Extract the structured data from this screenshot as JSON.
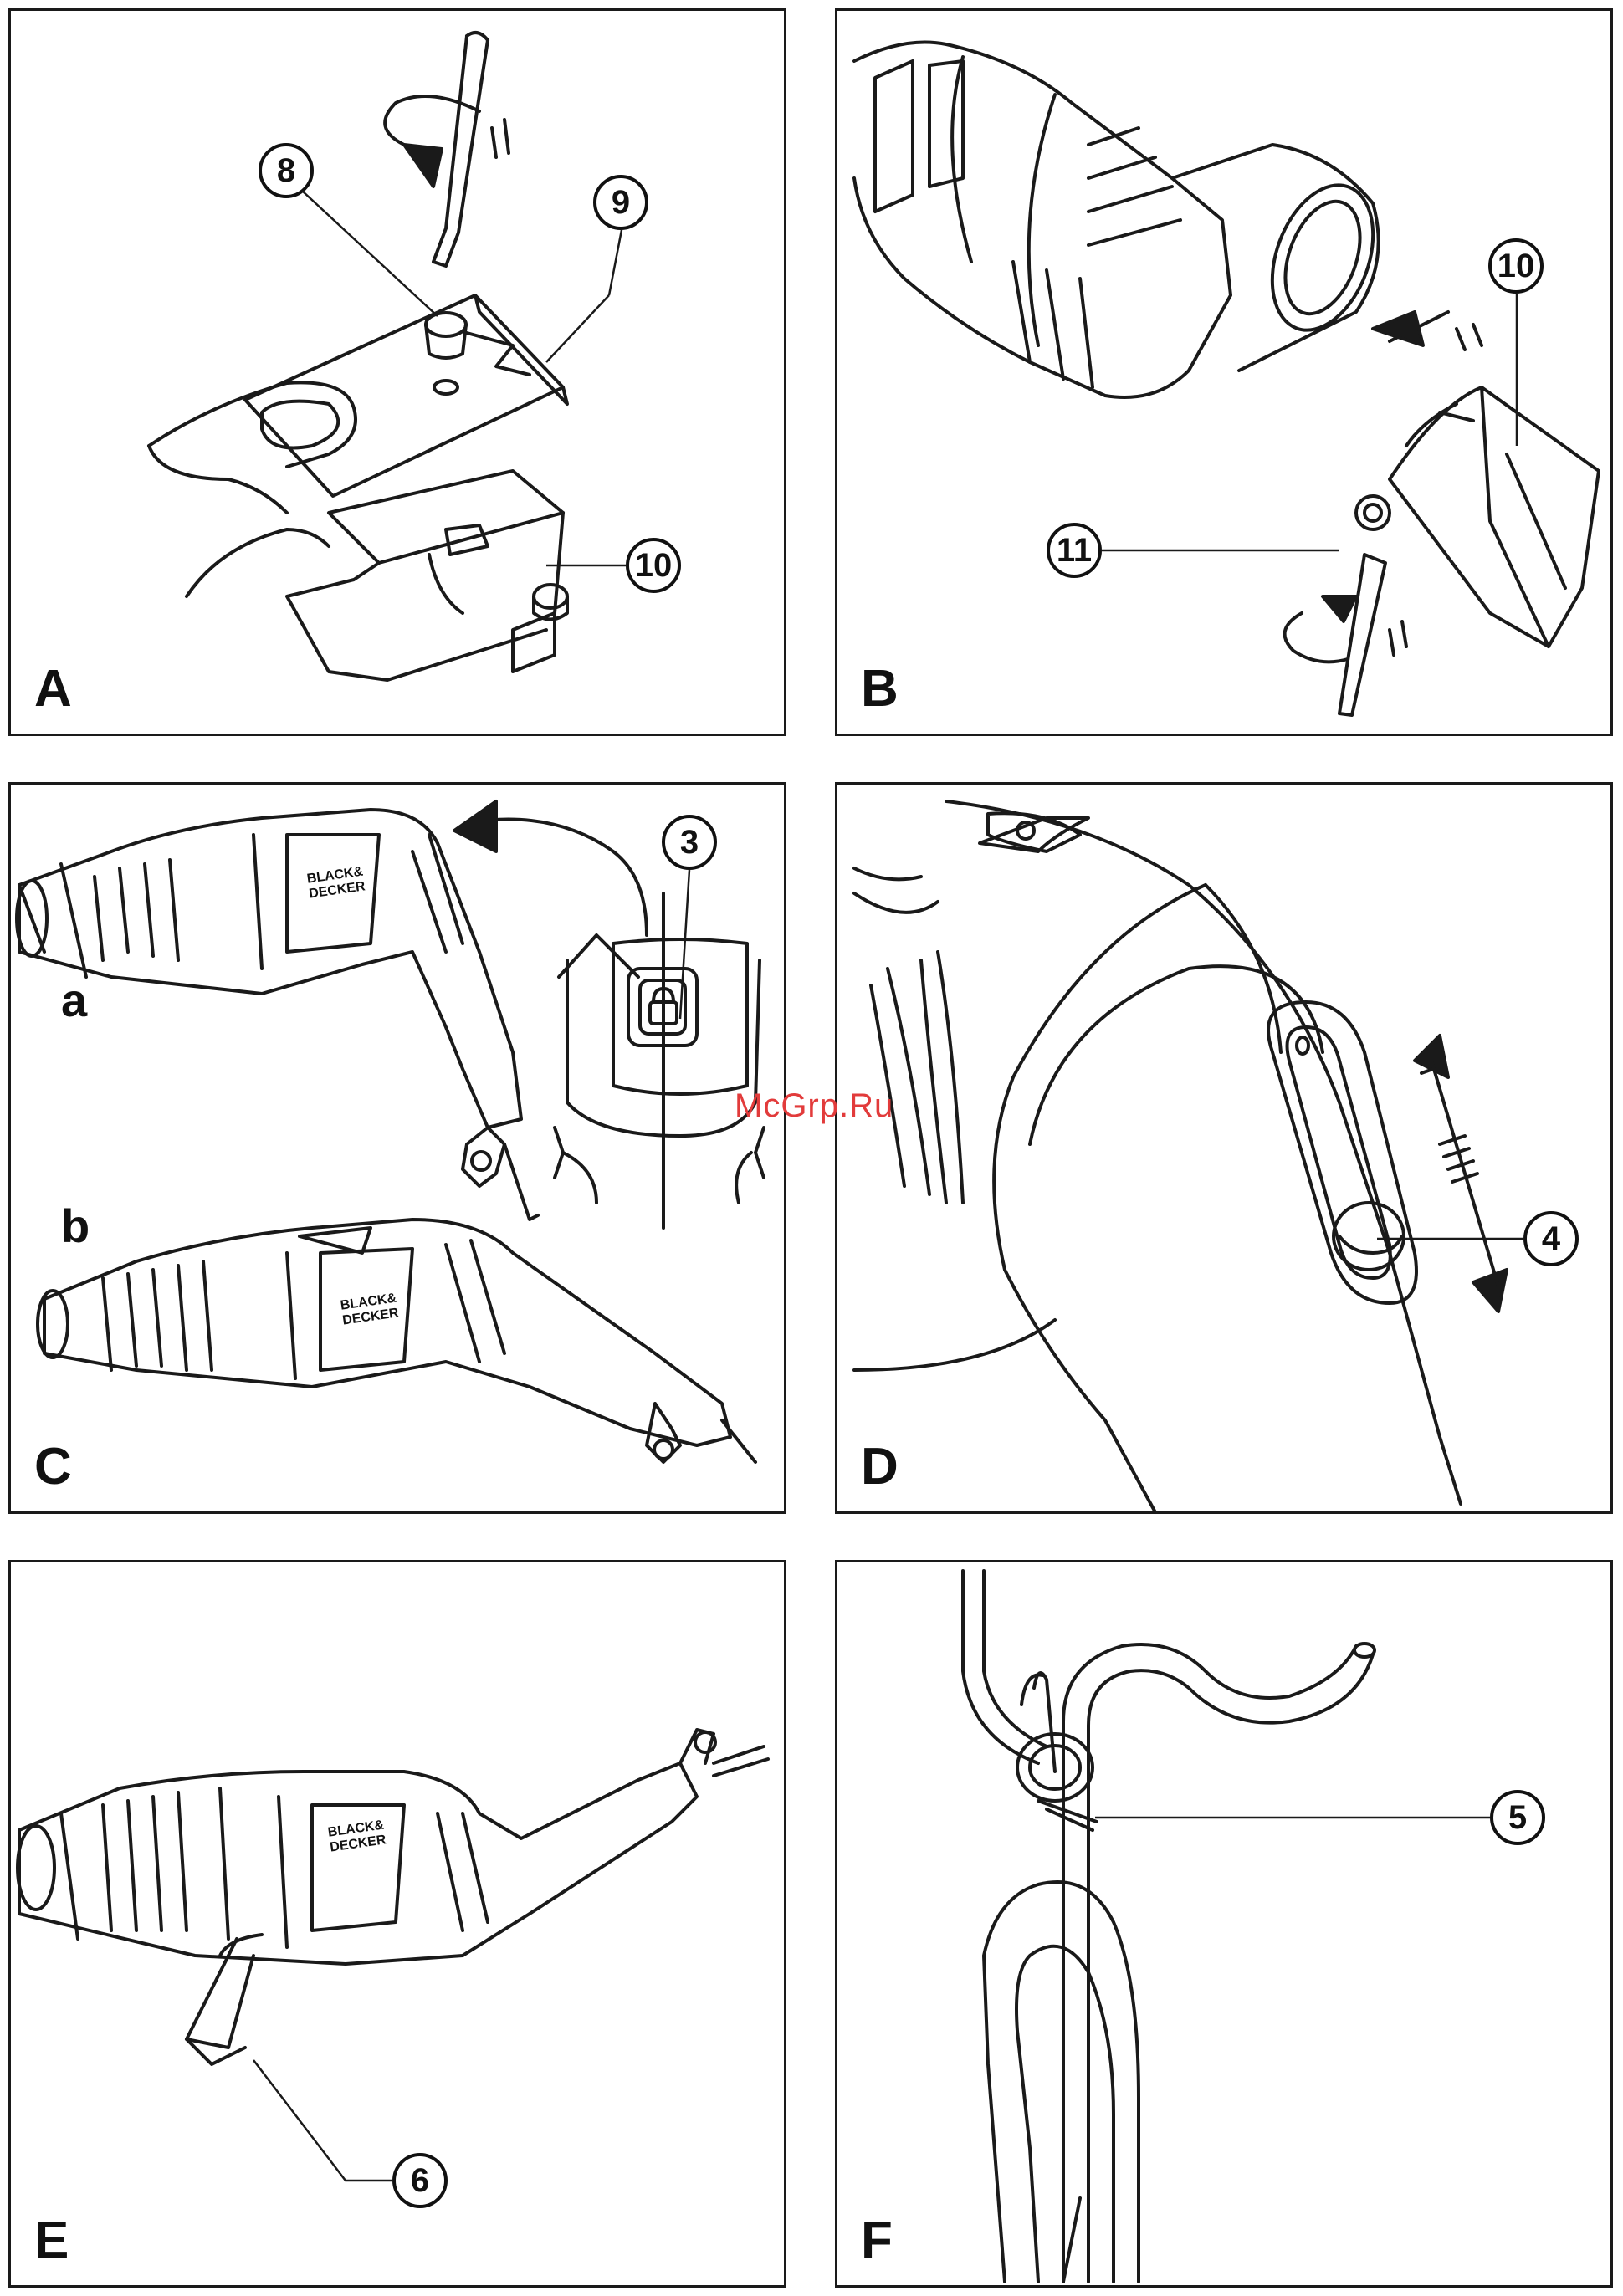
{
  "panels": {
    "a": {
      "letter": "A",
      "callouts": [
        "8",
        "9",
        "10"
      ]
    },
    "b": {
      "letter": "B",
      "callouts": [
        "10",
        "11"
      ]
    },
    "c": {
      "letter": "C",
      "callouts": [
        "3"
      ],
      "sub": [
        "a",
        "b"
      ],
      "brand": [
        "BLACK&",
        "DECKER"
      ]
    },
    "d": {
      "letter": "D",
      "callouts": [
        "4"
      ]
    },
    "e": {
      "letter": "E",
      "callouts": [
        "6"
      ],
      "brand": [
        "BLACK&",
        "DECKER"
      ]
    },
    "f": {
      "letter": "F",
      "callouts": [
        "5"
      ]
    }
  },
  "watermark": "McGrp.Ru",
  "colors": {
    "line": "#1a1a1a",
    "watermark": "#e23b3b",
    "background": "#ffffff"
  }
}
